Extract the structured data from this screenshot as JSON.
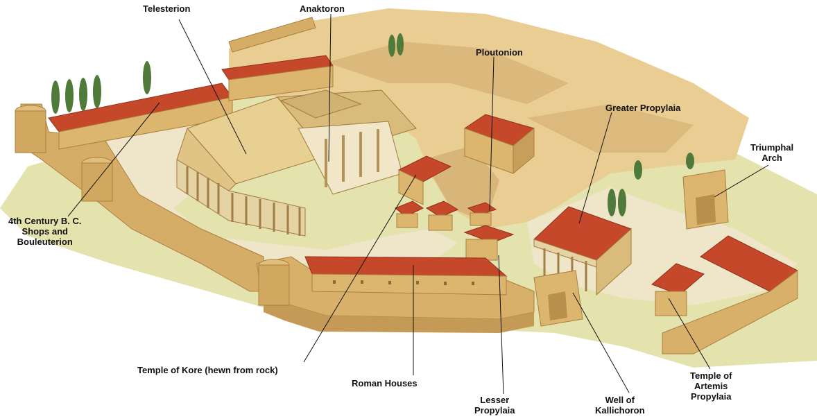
{
  "labels": {
    "telesterion": "Telesterion",
    "anaktoron": "Anaktoron",
    "ploutonion": "Ploutonion",
    "greater_propylaia": "Greater Propylaia",
    "triumphal_arch": "Triumphal\nArch",
    "shops_bouleuterion": "4th Century B. C.\nShops and\nBouleuterion",
    "temple_of_kore": "Temple of Kore (hewn from rock)",
    "roman_houses": "Roman Houses",
    "lesser_propylaia": "Lesser\nPropylaia",
    "well_of_kallichoron": "Well of\nKallichoron",
    "temple_of_artemis": "Temple of\nArtemis\nPropylaia"
  },
  "colors": {
    "wall": "#d9b26a",
    "wall_shadow": "#b98f4c",
    "roof": "#c4462a",
    "roof_dark": "#9a3320",
    "courtyard": "#efe3c4",
    "rock": "#e6c98e",
    "rock_shadow": "#c9a366",
    "grass": "#dfe0a6",
    "cypress": "#4f7a3a",
    "leader": "#111111"
  }
}
